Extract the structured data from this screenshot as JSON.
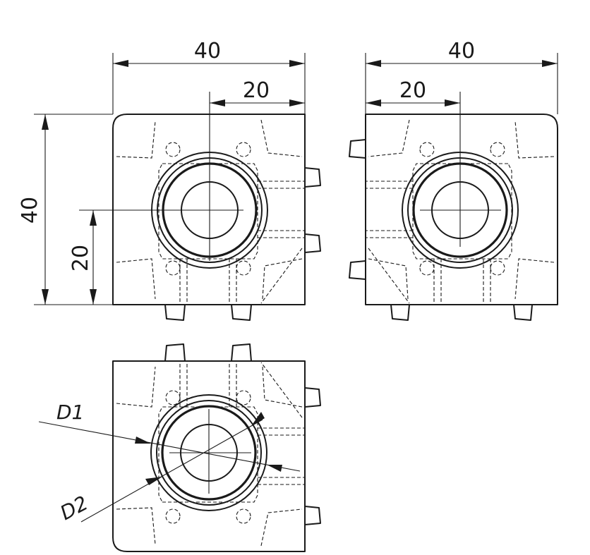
{
  "dimensions": {
    "top_left_width": "40",
    "top_left_half": "20",
    "top_right_width": "40",
    "top_right_half": "20",
    "left_height": "40",
    "left_half_height": "20"
  },
  "labels": {
    "outer_diameter": "D1",
    "inner_diameter": "D2"
  }
}
